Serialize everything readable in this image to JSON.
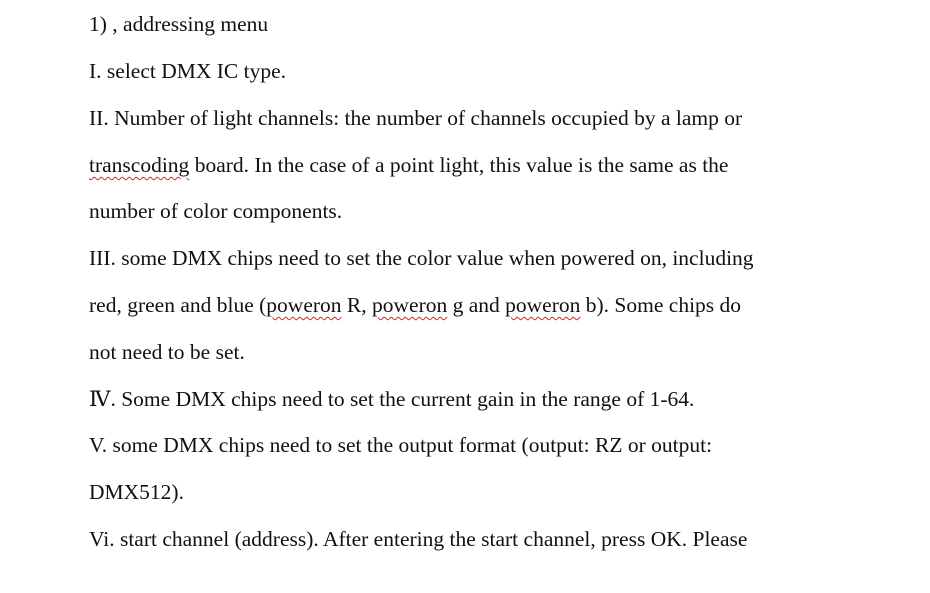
{
  "document": {
    "heading": "1) , addressing menu",
    "lines": [
      "I. select DMX IC type.",
      "II. Number of light channels: the number of channels occupied by a lamp or",
      {
        "pre": "",
        "flag": "transcoding",
        "post": " board. In the case of a point light, this value is the same as the"
      },
      "number of color components.",
      "III. some DMX chips need to set the color value when powered on, including",
      {
        "p1": "red, green and blue (",
        "f1": "poweron",
        "p2": " R, ",
        "f2": "poweron",
        "p3": " g and ",
        "f3": "poweron",
        "p4": " b). Some chips do"
      },
      "not need to be set.",
      "Ⅳ. Some DMX chips need to set the current gain in the range of 1-64.",
      "V. some DMX chips need to set the output format (output: RZ or output:",
      "DMX512).",
      "Vi. start channel (address). After entering the start channel, press OK. Please"
    ],
    "spellcheck_color": "#dd2222"
  }
}
